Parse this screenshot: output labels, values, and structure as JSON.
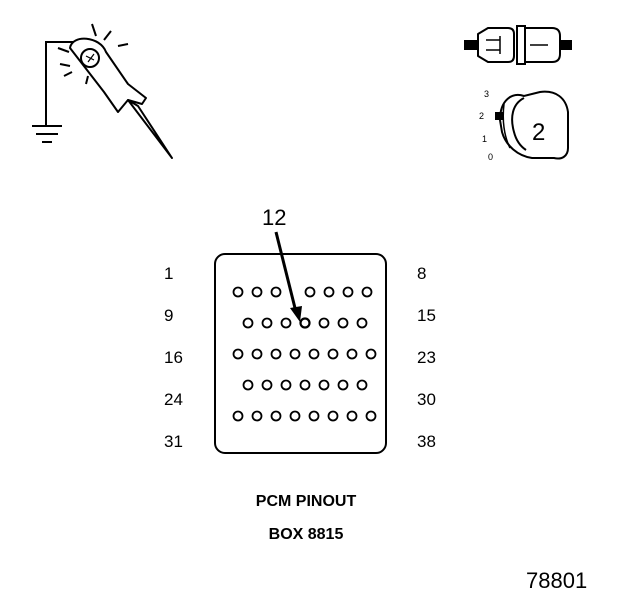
{
  "connector": {
    "left_labels": [
      "1",
      "9",
      "16",
      "24",
      "31"
    ],
    "right_labels": [
      "8",
      "15",
      "23",
      "30",
      "38"
    ],
    "rows": [
      {
        "pins": 7,
        "gap_after": 3
      },
      {
        "pins": 7,
        "gap_after": 0
      },
      {
        "pins": 8,
        "gap_after": 0
      },
      {
        "pins": 7,
        "gap_after": 0
      },
      {
        "pins": 8,
        "gap_after": 0
      }
    ],
    "highlighted_pin": "12",
    "callout_label": "12"
  },
  "caption": {
    "line1": "PCM PINOUT",
    "line2": "BOX 8815"
  },
  "ignition_key": {
    "positions": [
      "3",
      "2",
      "1",
      "0"
    ],
    "selected_position": "2",
    "key_label": "2"
  },
  "tools": {
    "probe_icon": "test-light-probe-icon",
    "ground_icon": "ground-symbol-icon",
    "connector_icon": "disconnected-connector-icon"
  },
  "figure_number": "78801"
}
